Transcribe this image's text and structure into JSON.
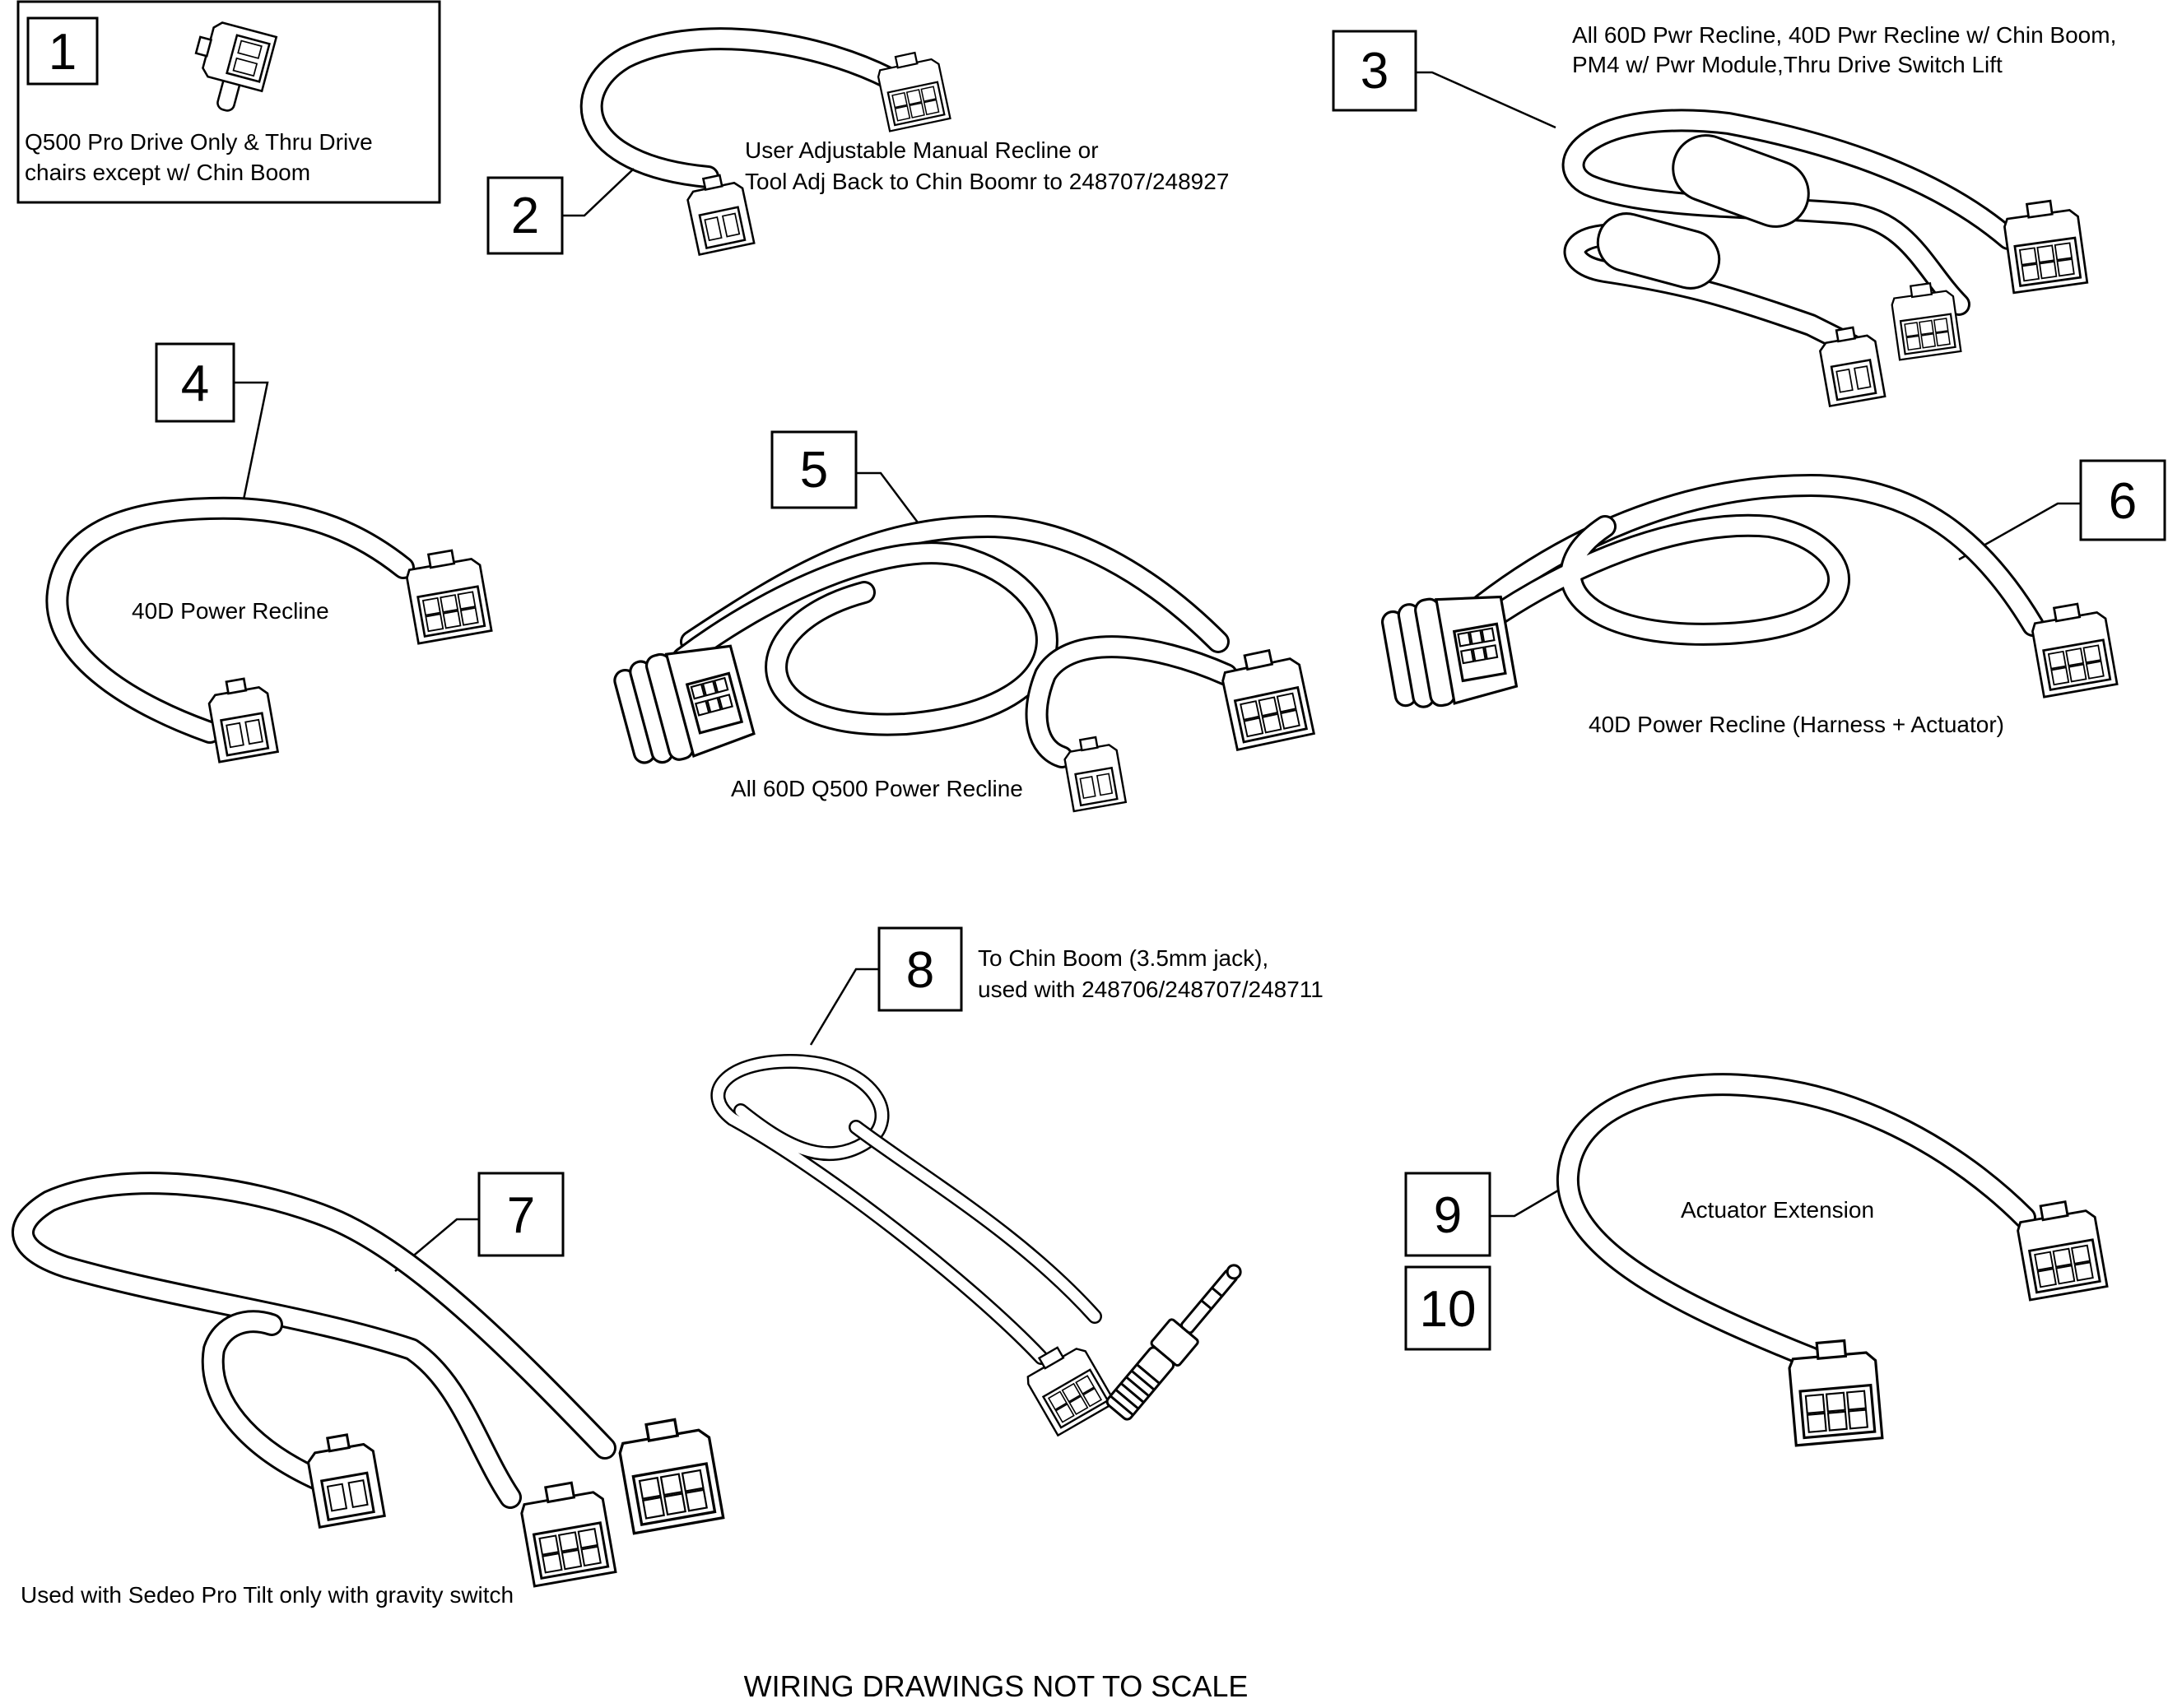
{
  "callouts": {
    "c1": "1",
    "c2": "2",
    "c3": "3",
    "c4": "4",
    "c5": "5",
    "c6": "6",
    "c7": "7",
    "c8": "8",
    "c9": "9",
    "c10": "10"
  },
  "labels": {
    "item1_line1": "Q500 Pro Drive Only & Thru Drive",
    "item1_line2": "chairs except w/ Chin Boom",
    "item2_line1": "User Adjustable Manual Recline or",
    "item2_line2": "Tool Adj Back to Chin Boomr to 248707/248927",
    "item3_line1": "All 60D Pwr Recline, 40D Pwr Recline w/ Chin Boom,",
    "item3_line2": "PM4 w/ Pwr Module,Thru Drive Switch Lift",
    "item4": "40D Power Recline",
    "item5": "All 60D Q500 Power Recline",
    "item6": "40D Power Recline (Harness + Actuator)",
    "item7": "Used with Sedeo Pro Tilt only with gravity switch",
    "item8_line1": "To Chin Boom (3.5mm jack),",
    "item8_line2": "used with 248706/248707/248711",
    "item9": "Actuator Extension"
  },
  "footer": "WIRING DRAWINGS NOT TO SCALE"
}
